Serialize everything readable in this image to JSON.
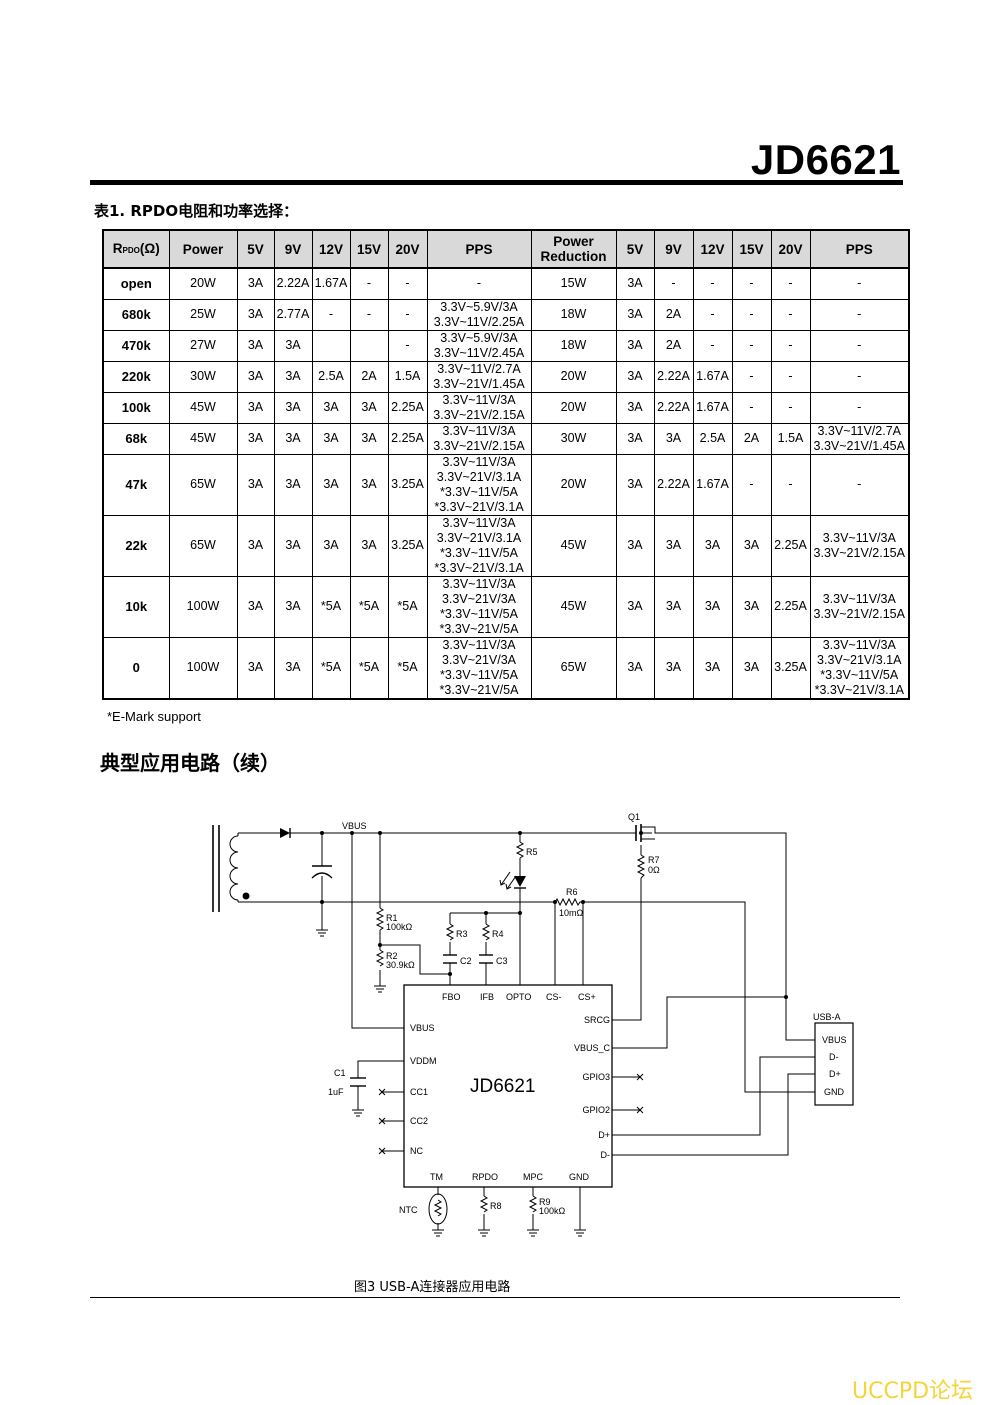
{
  "header": {
    "part_number": "JD6621"
  },
  "table": {
    "caption": "表1. RPDO电阻和功率选择：",
    "headers": {
      "rpdo_r": "R",
      "rpdo_sub": "PDO",
      "rpdo_unit": "(Ω)",
      "power": "Power",
      "v5": "5V",
      "v9": "9V",
      "v12": "12V",
      "v15": "15V",
      "v20": "20V",
      "pps": "PPS",
      "reduction_line1": "Power",
      "reduction_line2": "Reduction",
      "r_v5": "5V",
      "r_v9": "9V",
      "r_v12": "12V",
      "r_v15": "15V",
      "r_v20": "20V",
      "r_pps": "PPS"
    },
    "rows": [
      {
        "r": "open",
        "power": "20W",
        "v5": "3A",
        "v9": "2.22A",
        "v12": "1.67A",
        "v15": "-",
        "v20": "-",
        "pps": [
          "-"
        ],
        "red": "15W",
        "r5": "3A",
        "r9": "-",
        "r12": "-",
        "r15": "-",
        "r20": "-",
        "rpps": [
          "-"
        ]
      },
      {
        "r": "680k",
        "power": "25W",
        "v5": "3A",
        "v9": "2.77A",
        "v12": "-",
        "v15": "-",
        "v20": "-",
        "pps": [
          "3.3V~5.9V/3A",
          "3.3V~11V/2.25A"
        ],
        "red": "18W",
        "r5": "3A",
        "r9": "2A",
        "r12": "-",
        "r15": "-",
        "r20": "-",
        "rpps": [
          "-"
        ]
      },
      {
        "r": "470k",
        "power": "27W",
        "v5": "3A",
        "v9": "3A",
        "v12": "",
        "v15": "",
        "v20": "-",
        "pps": [
          "3.3V~5.9V/3A",
          "3.3V~11V/2.45A"
        ],
        "red": "18W",
        "r5": "3A",
        "r9": "2A",
        "r12": "-",
        "r15": "-",
        "r20": "-",
        "rpps": [
          "-"
        ]
      },
      {
        "r": "220k",
        "power": "30W",
        "v5": "3A",
        "v9": "3A",
        "v12": "2.5A",
        "v15": "2A",
        "v20": "1.5A",
        "pps": [
          "3.3V~11V/2.7A",
          "3.3V~21V/1.45A"
        ],
        "red": "20W",
        "r5": "3A",
        "r9": "2.22A",
        "r12": "1.67A",
        "r15": "-",
        "r20": "-",
        "rpps": [
          "-"
        ]
      },
      {
        "r": "100k",
        "power": "45W",
        "v5": "3A",
        "v9": "3A",
        "v12": "3A",
        "v15": "3A",
        "v20": "2.25A",
        "pps": [
          "3.3V~11V/3A",
          "3.3V~21V/2.15A"
        ],
        "red": "20W",
        "r5": "3A",
        "r9": "2.22A",
        "r12": "1.67A",
        "r15": "-",
        "r20": "-",
        "rpps": [
          "-"
        ]
      },
      {
        "r": "68k",
        "power": "45W",
        "v5": "3A",
        "v9": "3A",
        "v12": "3A",
        "v15": "3A",
        "v20": "2.25A",
        "pps": [
          "3.3V~11V/3A",
          "3.3V~21V/2.15A"
        ],
        "red": "30W",
        "r5": "3A",
        "r9": "3A",
        "r12": "2.5A",
        "r15": "2A",
        "r20": "1.5A",
        "rpps": [
          "3.3V~11V/2.7A",
          "3.3V~21V/1.45A"
        ]
      },
      {
        "r": "47k",
        "power": "65W",
        "v5": "3A",
        "v9": "3A",
        "v12": "3A",
        "v15": "3A",
        "v20": "3.25A",
        "pps": [
          "3.3V~11V/3A",
          "3.3V~21V/3.1A",
          "*3.3V~11V/5A",
          "*3.3V~21V/3.1A"
        ],
        "red": "20W",
        "r5": "3A",
        "r9": "2.22A",
        "r12": "1.67A",
        "r15": "-",
        "r20": "-",
        "rpps": [
          "-"
        ]
      },
      {
        "r": "22k",
        "power": "65W",
        "v5": "3A",
        "v9": "3A",
        "v12": "3A",
        "v15": "3A",
        "v20": "3.25A",
        "pps": [
          "3.3V~11V/3A",
          "3.3V~21V/3.1A",
          "*3.3V~11V/5A",
          "*3.3V~21V/3.1A"
        ],
        "red": "45W",
        "r5": "3A",
        "r9": "3A",
        "r12": "3A",
        "r15": "3A",
        "r20": "2.25A",
        "rpps": [
          "3.3V~11V/3A",
          "3.3V~21V/2.15A"
        ]
      },
      {
        "r": "10k",
        "power": "100W",
        "v5": "3A",
        "v9": "3A",
        "v12": "*5A",
        "v15": "*5A",
        "v20": "*5A",
        "pps": [
          "3.3V~11V/3A",
          "3.3V~21V/3A",
          "*3.3V~11V/5A",
          "*3.3V~21V/5A"
        ],
        "red": "45W",
        "r5": "3A",
        "r9": "3A",
        "r12": "3A",
        "r15": "3A",
        "r20": "2.25A",
        "rpps": [
          "3.3V~11V/3A",
          "3.3V~21V/2.15A"
        ]
      },
      {
        "r": "0",
        "power": "100W",
        "v5": "3A",
        "v9": "3A",
        "v12": "*5A",
        "v15": "*5A",
        "v20": "*5A",
        "pps": [
          "3.3V~11V/3A",
          "3.3V~21V/3A",
          "*3.3V~11V/5A",
          "*3.3V~21V/5A"
        ],
        "red": "65W",
        "r5": "3A",
        "r9": "3A",
        "r12": "3A",
        "r15": "3A",
        "r20": "3.25A",
        "rpps": [
          "3.3V~11V/3A",
          "3.3V~21V/3.1A",
          "*3.3V~11V/5A",
          "*3.3V~21V/3.1A"
        ]
      }
    ],
    "footnote": "*E-Mark support"
  },
  "section_title": "典型应用电路（续）",
  "schematic": {
    "chip_name": "JD6621",
    "pins_top": [
      "FBO",
      "IFB",
      "OPTO",
      "CS-",
      "CS+"
    ],
    "pins_left": [
      "VBUS",
      "VDDM",
      "CC1",
      "CC2",
      "NC"
    ],
    "pins_right": [
      "SRCG",
      "VBUS_C",
      "GPIO3",
      "GPIO2",
      "D+",
      "D-"
    ],
    "pins_bottom": [
      "TM",
      "RPDO",
      "MPC",
      "GND"
    ],
    "vbus_label": "VBUS",
    "q1": "Q1",
    "r5": "R5",
    "r7": "R7",
    "r7_val": "0Ω",
    "r6": "R6",
    "r6_val": "10mΩ",
    "r1": "R1",
    "r1_val": "100kΩ",
    "r2": "R2",
    "r2_val": "30.9kΩ",
    "r3": "R3",
    "r4": "R4",
    "c2": "C2",
    "c3": "C3",
    "c1": "C1",
    "c1_val": "1uF",
    "ntc": "NTC",
    "r8": "R8",
    "r9": "R9",
    "r9_val": "100kΩ",
    "usb_label": "USB-A",
    "usb_pins": [
      "VBUS",
      "D-",
      "D+",
      "GND"
    ]
  },
  "figure_caption": "图3 USB-A连接器应用电路",
  "watermark": "UCCPD论坛"
}
